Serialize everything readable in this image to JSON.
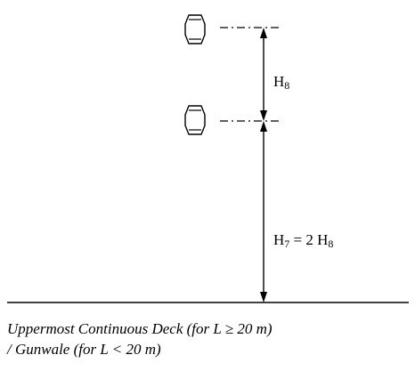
{
  "labels": {
    "h8_base": "H",
    "h8_sub": "8",
    "h7_base": "H",
    "h7_sub": "7",
    "h7_equals": " = 2 H",
    "h7_rhs_sub": "8"
  },
  "caption": {
    "line1": "Uppermost Continuous Deck (for L  ≥  20 m)",
    "line2": "/ Gunwale (for L < 20 m)"
  },
  "icons": {
    "lamp": "navigation-light-icon",
    "arrow": "double-headed-dimension-arrow"
  },
  "colors": {
    "ink": "#000000",
    "background": "#ffffff"
  }
}
